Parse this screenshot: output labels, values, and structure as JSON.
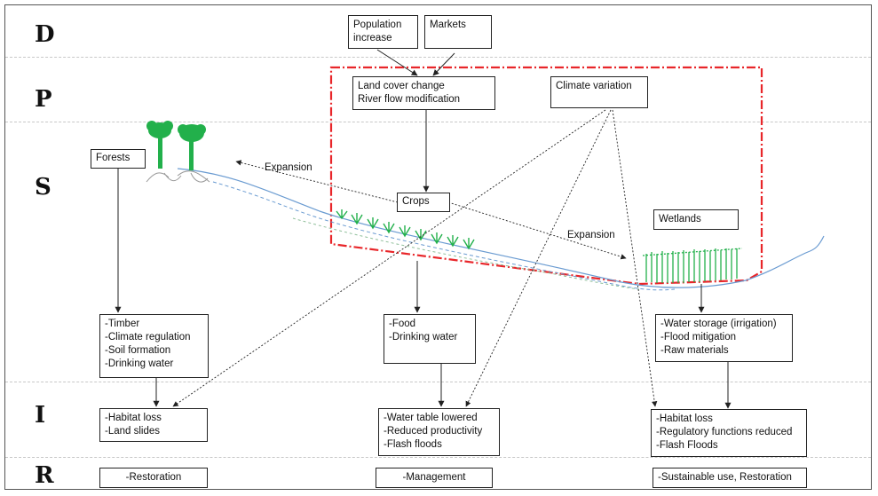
{
  "rows": {
    "d": "D",
    "p": "P",
    "s": "S",
    "i": "I",
    "r": "R"
  },
  "drivers": {
    "population": [
      "Population",
      "increase"
    ],
    "markets": "Markets"
  },
  "pressures": {
    "land_river": [
      "Land cover change",
      "River flow modification"
    ],
    "climate": "Climate variation"
  },
  "state": {
    "forests": "Forests",
    "crops": "Crops",
    "wetlands": "Wetlands",
    "expansion_left": "Expansion",
    "expansion_right": "Expansion"
  },
  "services": {
    "forests": [
      "-Timber",
      "-Climate regulation",
      "-Soil formation",
      "-Drinking water"
    ],
    "crops": [
      "-Food",
      "-Drinking water"
    ],
    "wetlands": [
      "-Water storage (irrigation)",
      "-Flood mitigation",
      "-Raw materials"
    ]
  },
  "impacts": {
    "forests": [
      "-Habitat loss",
      "-Land slides"
    ],
    "crops": [
      "-Water table lowered",
      "-Reduced productivity",
      "-Flash floods"
    ],
    "wetlands": [
      "-Habitat loss",
      "-Regulatory functions reduced",
      "-Flash Floods"
    ]
  },
  "responses": {
    "forests": "-Restoration",
    "crops": "-Management",
    "wetlands": "-Sustainable use, Restoration"
  },
  "colors": {
    "red_boundary": "#e8262a",
    "vegetation": "#22b04b",
    "river": "#6a9bd1",
    "arrows": "#222222"
  }
}
